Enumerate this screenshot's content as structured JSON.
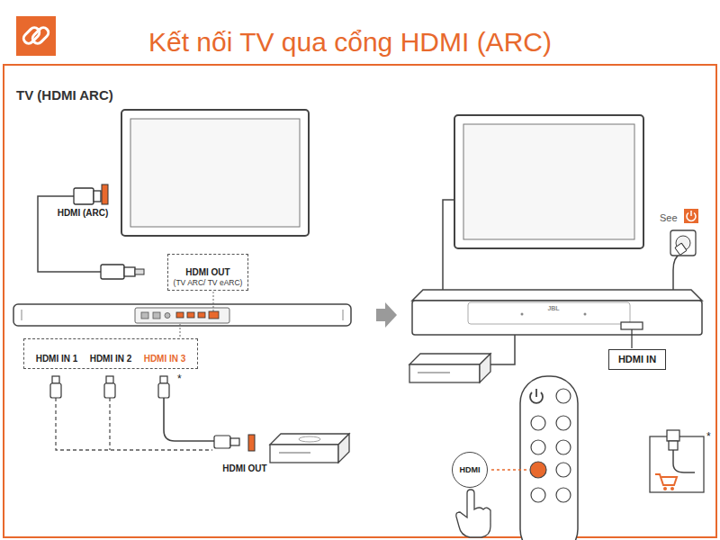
{
  "diagram": {
    "title": "Kết nối TV qua cổng HDMI (ARC)",
    "nodes": [
      {
        "text": [
          "HDMI OUT",
          "(TV ARC/ TV eARC)"
        ]
      },
      {
        "text": [
          "HDMI IN 1",
          "HDMI IN 2",
          "HDMI IN 3"
        ]
      },
      {
        "text": [
          "HDMI IN"
        ]
      },
      {
        "text": [
          "HDMI"
        ]
      }
    ],
    "labels": [
      "TV (HDMI ARC)",
      "HDMI (ARC)",
      "*",
      "HDMI OUT",
      "See",
      "JBL",
      "*"
    ]
  }
}
